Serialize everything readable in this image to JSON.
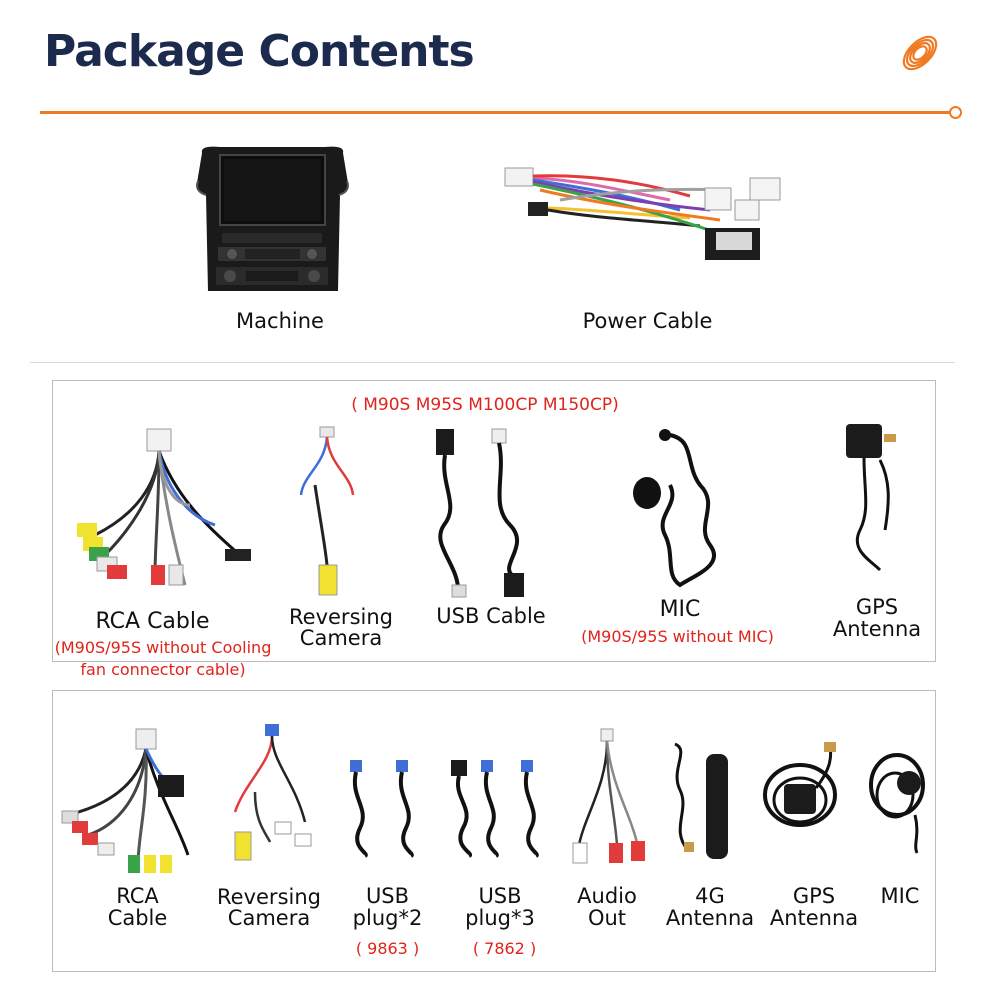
{
  "header": {
    "title": "Package Contents",
    "accent_color": "#f07a22",
    "title_color": "#1c2a4d"
  },
  "main_items": [
    {
      "label": "Machine"
    },
    {
      "label": "Power Cable"
    }
  ],
  "section1": {
    "models_note": "( M90S M95S M100CP M150CP)",
    "items": [
      {
        "label": "RCA Cable",
        "note": "(M90S/95S without Cooling fan connector cable)"
      },
      {
        "label": "Reversing Camera"
      },
      {
        "label": "USB Cable"
      },
      {
        "label": "MIC",
        "note": "(M90S/95S without MIC)"
      },
      {
        "label": "GPS Antenna"
      }
    ]
  },
  "section2": {
    "items": [
      {
        "label": "RCA Cable"
      },
      {
        "label": "Reversing Camera"
      },
      {
        "label": "USB plug*2",
        "note": "( 9863 )"
      },
      {
        "label": "USB plug*3",
        "note": "( 7862 )"
      },
      {
        "label": "Audio Out"
      },
      {
        "label": "4G Antenna"
      },
      {
        "label": "GPS Antenna"
      },
      {
        "label": "MIC"
      }
    ]
  },
  "note_color": "#e0241b"
}
